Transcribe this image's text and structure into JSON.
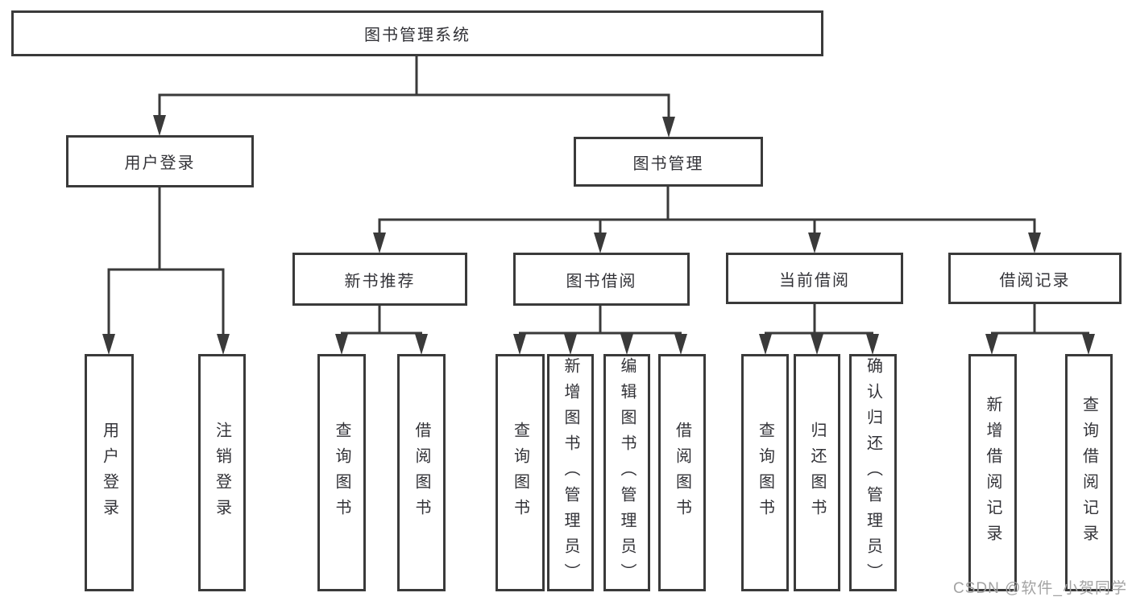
{
  "diagram": {
    "title": "图书管理系统",
    "nodes": {
      "root": "图书管理系统",
      "l2_user_login": "用户登录",
      "l2_book_mgmt": "图书管理",
      "l3_new_books": "新书推荐",
      "l3_book_borrow": "图书借阅",
      "l3_current_borrow": "当前借阅",
      "l3_borrow_records": "借阅记录",
      "leaf_user_login": "用户登录",
      "leaf_logout_login": "注销登录",
      "leaf_nb_query_books": "查询图书",
      "leaf_nb_borrow_books": "借阅图书",
      "leaf_bb_query_books": "查询图书",
      "leaf_bb_add_books": "新增图书（管理员）",
      "leaf_bb_edit_books": "编辑图书（管理员）",
      "leaf_bb_borrow_books": "借阅图书",
      "leaf_cb_query_books": "查询图书",
      "leaf_cb_return_books": "归还图书",
      "leaf_cb_confirm_return": "确认归还（管理员）",
      "leaf_br_add_record": "新增借阅记录",
      "leaf_br_query_record": "查询借阅记录"
    },
    "structure": {
      "图书管理系统": {
        "用户登录": [
          "用户登录",
          "注销登录"
        ],
        "图书管理": {
          "新书推荐": [
            "查询图书",
            "借阅图书"
          ],
          "图书借阅": [
            "查询图书",
            "新增图书（管理员）",
            "编辑图书（管理员）",
            "借阅图书"
          ],
          "当前借阅": [
            "查询图书",
            "归还图书",
            "确认归还（管理员）"
          ],
          "借阅记录": [
            "新增借阅记录",
            "查询借阅记录"
          ]
        }
      }
    },
    "colors": {
      "line": "#3a3a3a",
      "text": "#333338",
      "background": "#ffffff",
      "watermark": "#a3a3a3"
    },
    "watermark": "CSDN @软件_小贺同学"
  }
}
